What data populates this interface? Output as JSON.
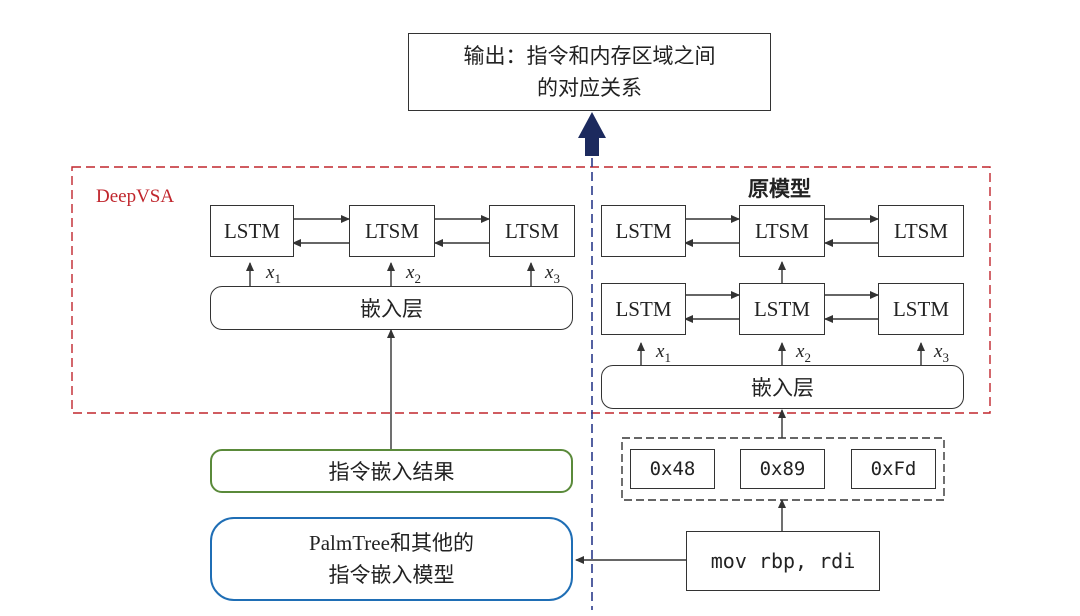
{
  "output_box": {
    "line1": "输出：指令和内存区域之间",
    "line2": "的对应关系"
  },
  "deepvsa": {
    "title": "DeepVSA",
    "cells": [
      "LSTM",
      "LTSM",
      "LTSM"
    ],
    "inputs": [
      {
        "var": "x",
        "sub": "1"
      },
      {
        "var": "x",
        "sub": "2"
      },
      {
        "var": "x",
        "sub": "3"
      }
    ],
    "embedding_label": "嵌入层"
  },
  "original_model": {
    "title": "原模型",
    "top_cells": [
      "LSTM",
      "LTSM",
      "LTSM"
    ],
    "bottom_cells": [
      "LSTM",
      "LSTM",
      "LSTM"
    ],
    "inputs": [
      {
        "var": "x",
        "sub": "1"
      },
      {
        "var": "x",
        "sub": "2"
      },
      {
        "var": "x",
        "sub": "3"
      }
    ],
    "embedding_label": "嵌入层"
  },
  "embedding_result_label": "指令嵌入结果",
  "palmtree_box": {
    "line1": "PalmTree和其他的",
    "line2": "指令嵌入模型"
  },
  "bytes": [
    "0x48",
    "0x89",
    "0xFd"
  ],
  "instruction": "mov rbp, rdi",
  "colors": {
    "deepvsa_border": "#c0262d",
    "deepvsa_title": "#c0262d",
    "result_border": "#5a8a3a",
    "palmtree_border": "#1f6eb5",
    "divider": "#2a3a8a",
    "big_arrow": "#1c2a5e"
  }
}
